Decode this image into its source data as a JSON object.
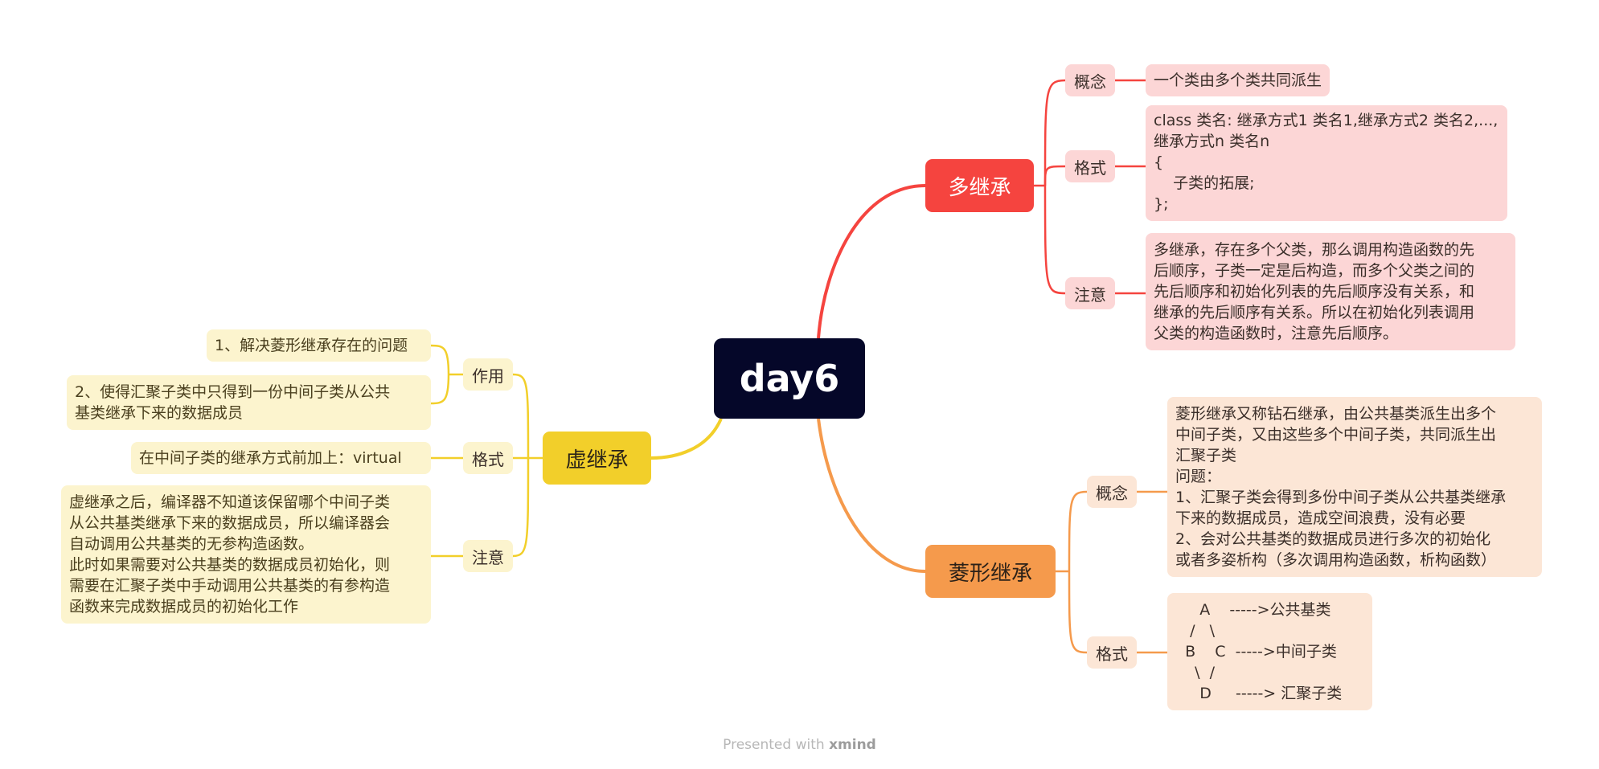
{
  "root": "day6",
  "branches": {
    "multi": {
      "title": "多继承",
      "color": "#f5443f",
      "items": [
        {
          "label": "概念",
          "text": "一个类由多个类共同派生"
        },
        {
          "label": "格式",
          "text": "class 类名: 继承方式1 类名1,继承方式2 类名2,...,\n继承方式n 类名n\n{\n    子类的拓展;\n};"
        },
        {
          "label": "注意",
          "text": "多继承，存在多个父类，那么调用构造函数的先\n后顺序，子类一定是后构造，而多个父类之间的\n先后顺序和初始化列表的先后顺序没有关系，和\n继承的先后顺序有关系。所以在初始化列表调用\n父类的构造函数时，注意先后顺序。"
        }
      ]
    },
    "diamond": {
      "title": "菱形继承",
      "color": "#f59a4c",
      "items": [
        {
          "label": "概念",
          "text": "菱形继承又称钻石继承，由公共基类派生出多个\n中间子类，又由这些多个中间子类，共同派生出\n汇聚子类\n问题：\n1、汇聚子类会得到多份中间子类从公共基类继承\n下来的数据成员，造成空间浪费，没有必要\n2、会对公共基类的数据成员进行多次的初始化\n或者多姿析构（多次调用构造函数，析构函数）"
        },
        {
          "label": "格式",
          "text": "     A    ----->公共基类\n   /   \\\n  B    C  ----->中间子类\n    \\  /\n     D     -----> 汇聚子类"
        }
      ]
    },
    "virtual": {
      "title": "虚继承",
      "color": "#f2cf2a",
      "items": [
        {
          "label": "作用",
          "texts": [
            "1、解决菱形继承存在的问题",
            "2、使得汇聚子类中只得到一份中间子类从公共\n基类继承下来的数据成员"
          ]
        },
        {
          "label": "格式",
          "text": "在中间子类的继承方式前加上：virtual"
        },
        {
          "label": "注意",
          "text": "虚继承之后，编译器不知道该保留哪个中间子类\n从公共基类继承下来的数据成员，所以编译器会\n自动调用公共基类的无参构造函数。\n此时如果需要对公共基类的数据成员初始化，则\n需要在汇聚子类中手动调用公共基类的有参构造\n函数来完成数据成员的初始化工作"
        }
      ]
    }
  },
  "footer": {
    "prefix": "Presented with ",
    "brand": "xmind"
  }
}
